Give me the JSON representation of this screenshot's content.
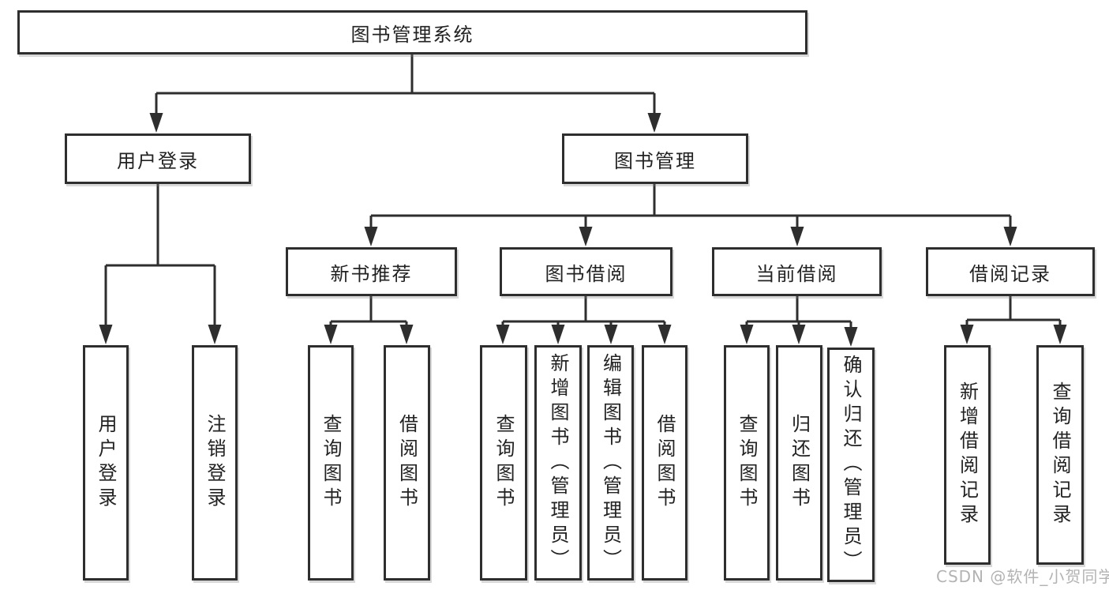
{
  "colors": {
    "line": "#2e2e2e",
    "text": "#222222",
    "box_background": "#ffffff",
    "page_background": "#ffffff",
    "watermark": "#b3b3b3"
  },
  "watermark": {
    "text": "CSDN @软件_小贺同学"
  },
  "tree": {
    "label": "图书管理系统",
    "children": [
      {
        "label": "用户登录",
        "children": [
          {
            "label": "用户登录"
          },
          {
            "label": "注销登录"
          }
        ]
      },
      {
        "label": "图书管理",
        "children": [
          {
            "label": "新书推荐",
            "children": [
              {
                "label": "查询图书"
              },
              {
                "label": "借阅图书"
              }
            ]
          },
          {
            "label": "图书借阅",
            "children": [
              {
                "label": "查询图书"
              },
              {
                "label": "新增图书（管理员）"
              },
              {
                "label": "编辑图书（管理员）"
              },
              {
                "label": "借阅图书"
              }
            ]
          },
          {
            "label": "当前借阅",
            "children": [
              {
                "label": "查询图书"
              },
              {
                "label": "归还图书"
              },
              {
                "label": "确认归还（管理员）"
              }
            ]
          },
          {
            "label": "借阅记录",
            "children": [
              {
                "label": "新增借阅记录"
              },
              {
                "label": "查询借阅记录"
              }
            ]
          }
        ]
      }
    ]
  }
}
